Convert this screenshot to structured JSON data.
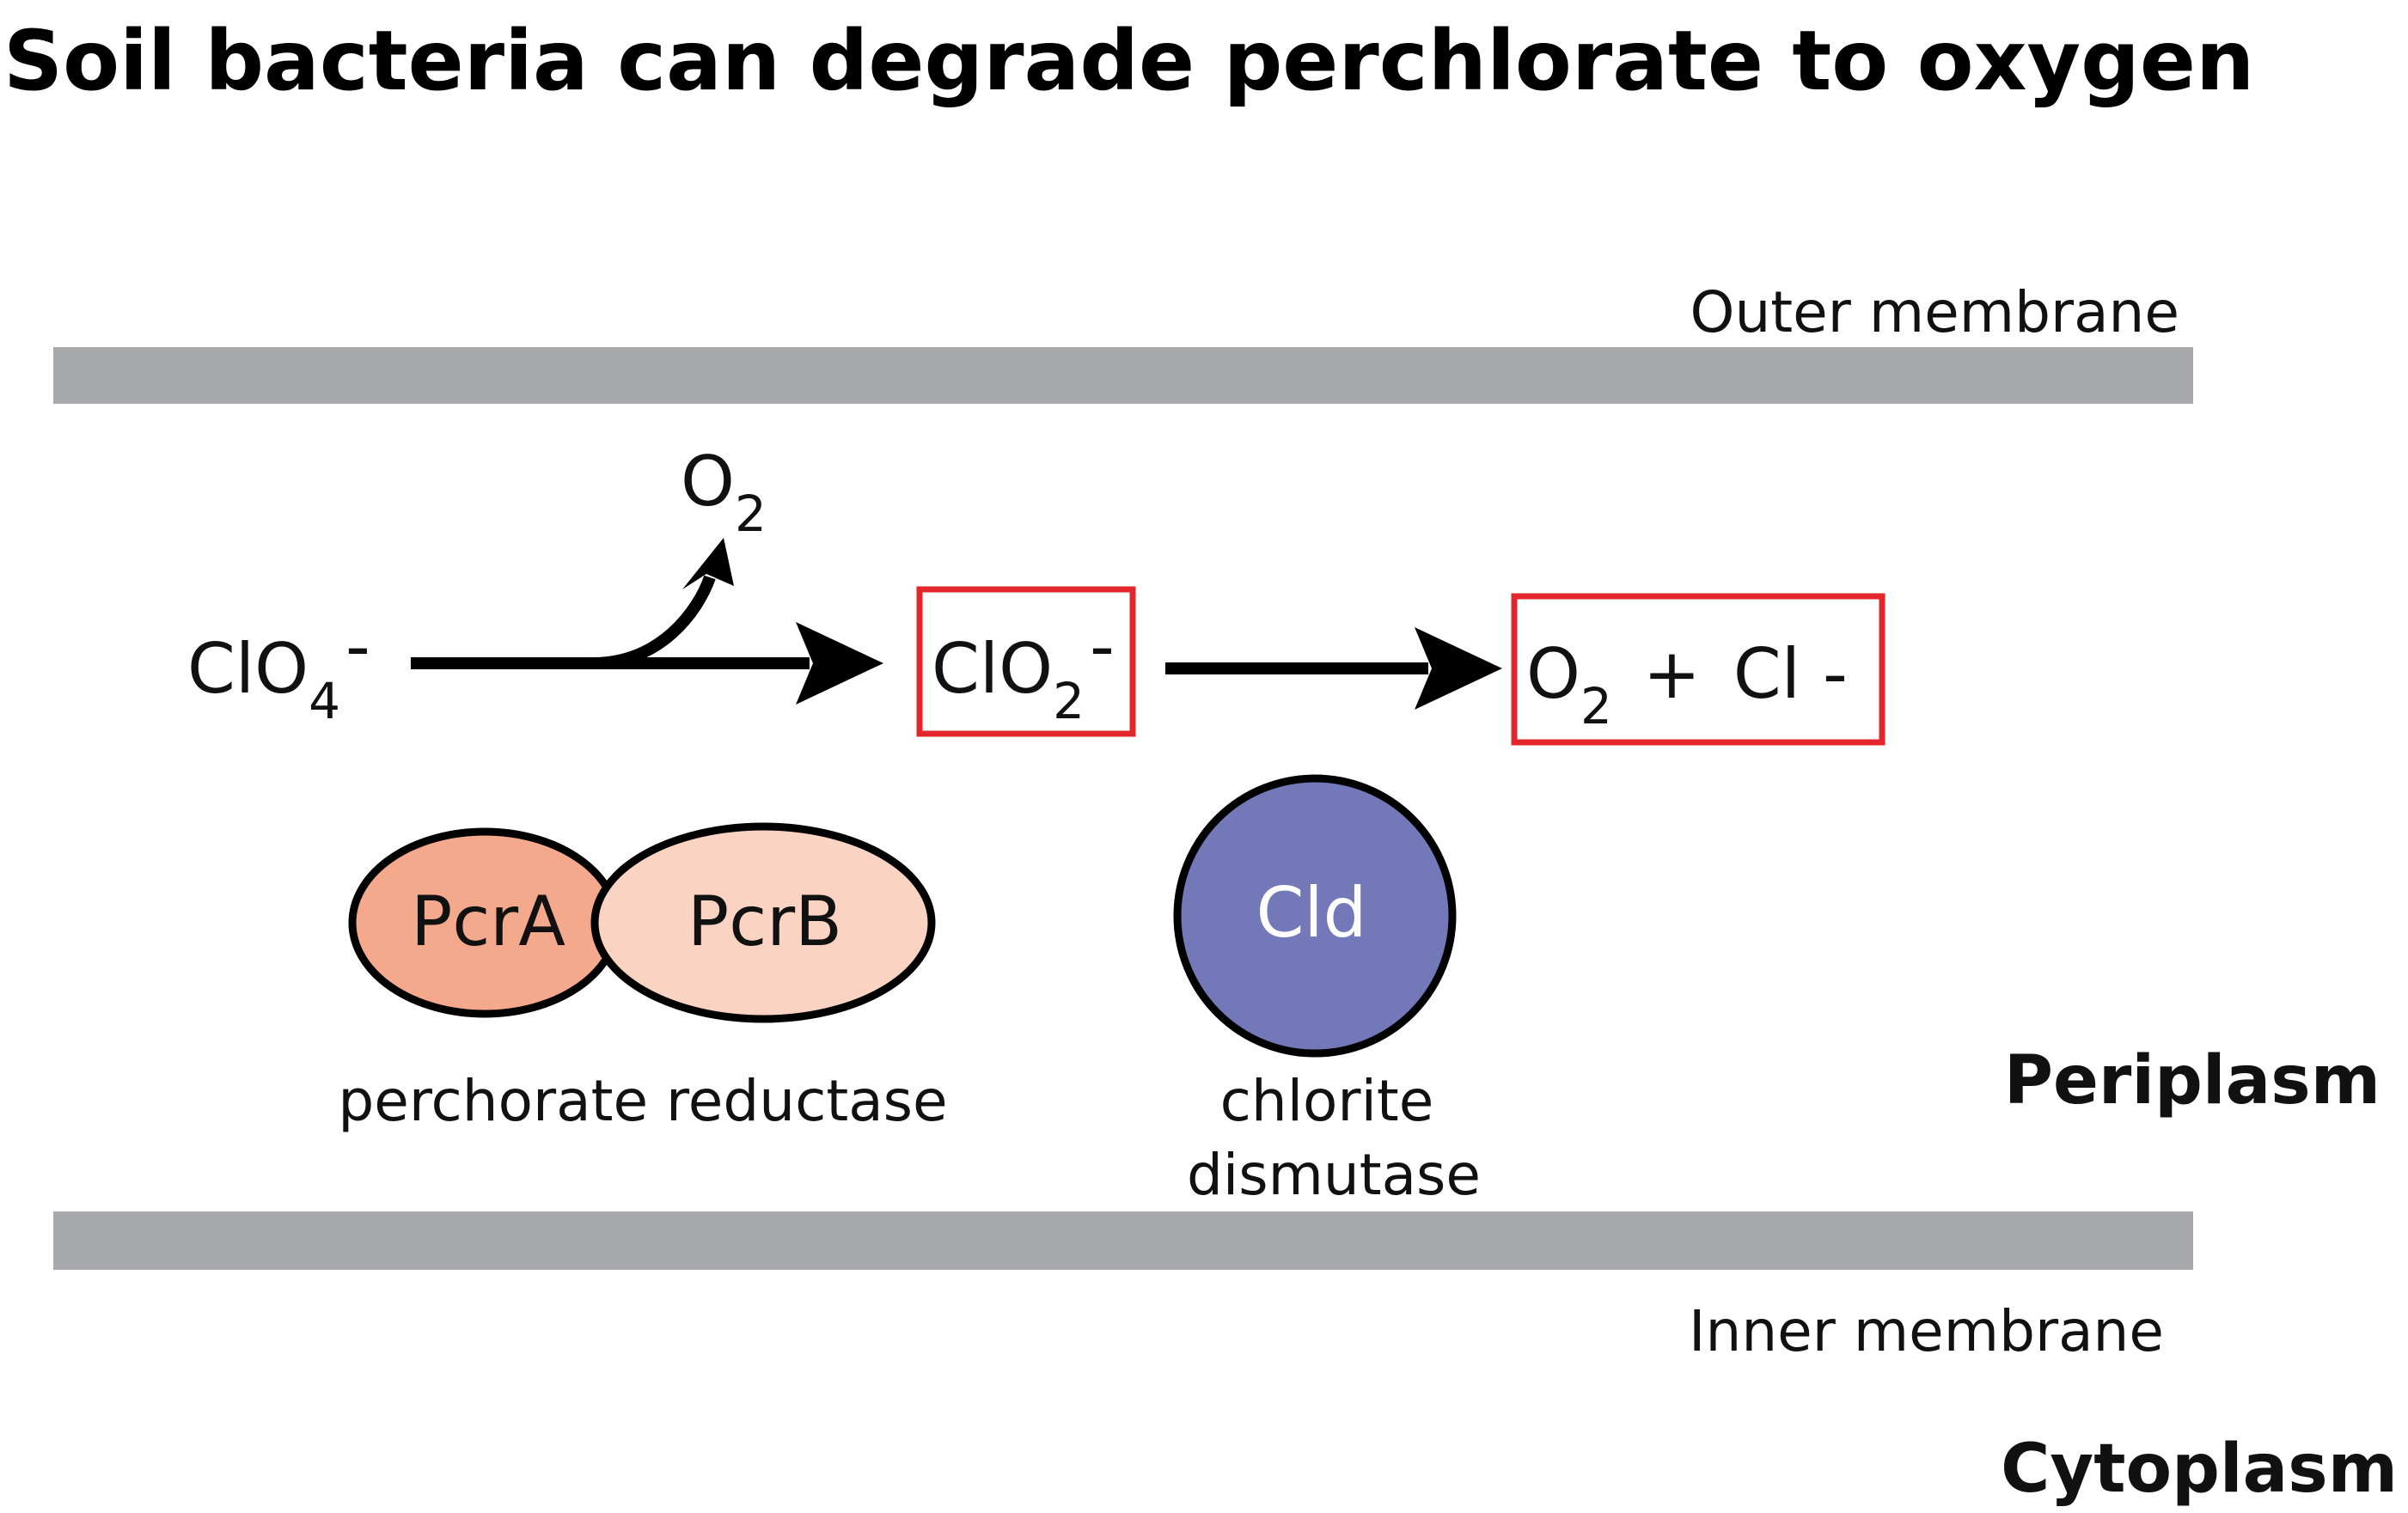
{
  "title": "Soil bacteria can degrade perchlorate to oxygen",
  "membranes": {
    "outer_label": "Outer membrane",
    "inner_label": "Inner membrane",
    "color": "#a7a9ac"
  },
  "compartments": {
    "periplasm": "Periplasm",
    "cytoplasm": "Cytoplasm"
  },
  "reaction": {
    "substrate": {
      "base": "ClO",
      "subscript": "4",
      "charge": "-"
    },
    "side_product": {
      "base": "O",
      "subscript": "2"
    },
    "intermediate": {
      "base": "ClO",
      "subscript": "2",
      "charge": "-"
    },
    "products": {
      "o2_base": "O",
      "o2_subscript": "2",
      "plus": "+",
      "chloride": "Cl",
      "charge": "-"
    },
    "highlight_color": "#e3262b"
  },
  "enzymes": {
    "pcra": {
      "label": "PcrA",
      "color": "#f4a98c"
    },
    "pcrb": {
      "label": "PcrB",
      "color": "#fbd3c3"
    },
    "reductase_caption": "perchorate reductase",
    "cld": {
      "label": "Cld",
      "color": "#7278b8"
    },
    "cld_caption_line1": "chlorite",
    "cld_caption_line2": "dismutase"
  }
}
